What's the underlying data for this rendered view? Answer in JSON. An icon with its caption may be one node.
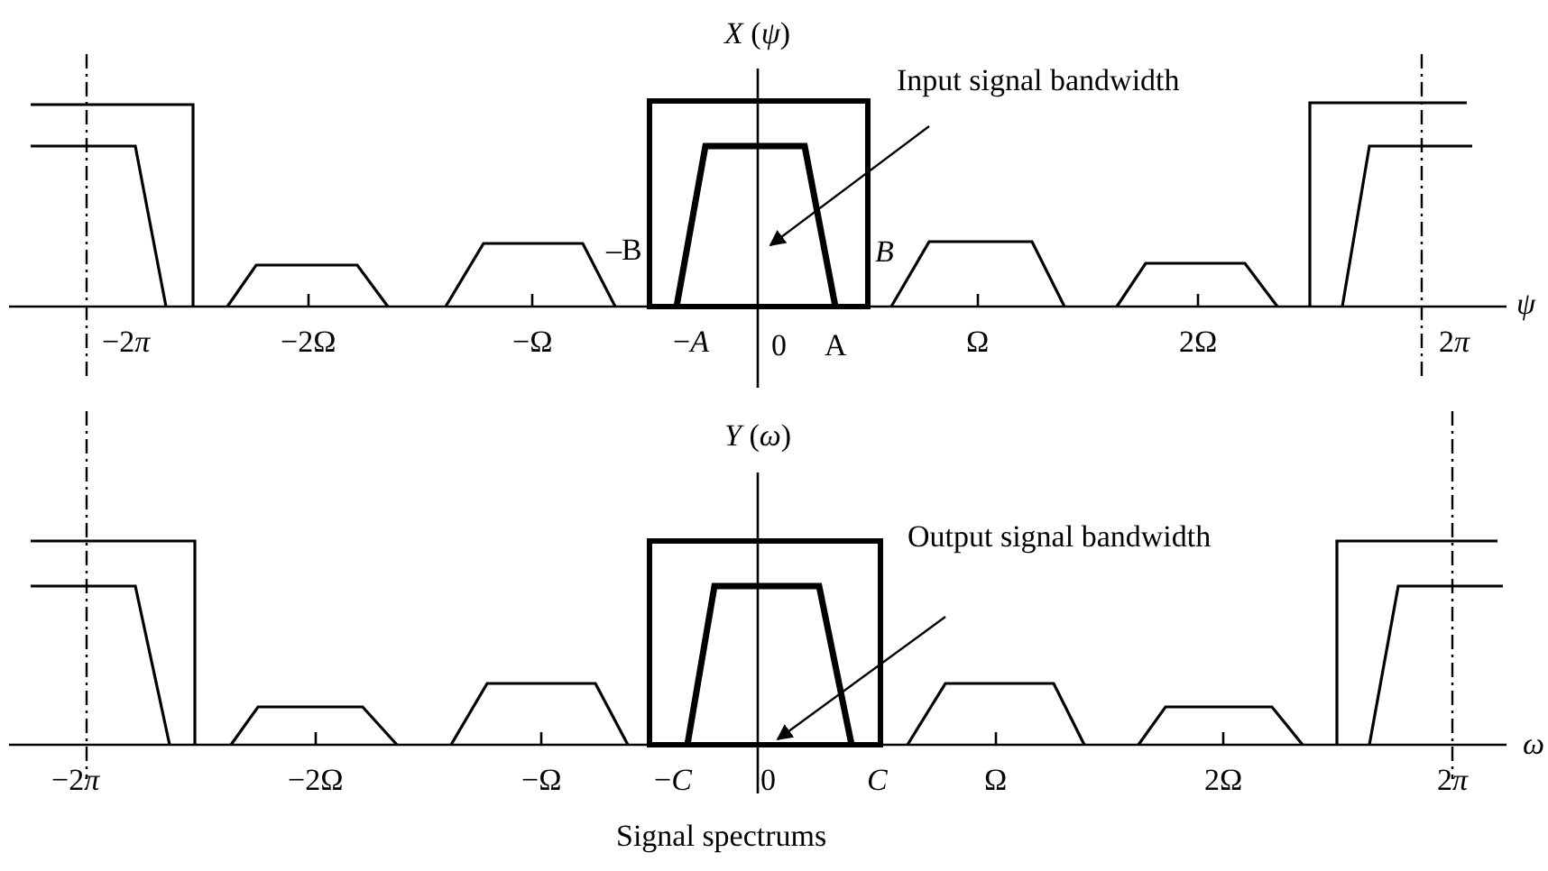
{
  "diagram": {
    "caption": "Signal spectrums",
    "nodes": [
      {
        "text": [
          "Input signal bandwidth"
        ]
      },
      {
        "text": [],
        "shape": "trapezoid"
      },
      {
        "text": [
          "Output signal bandwidth"
        ]
      },
      {
        "text": [],
        "shape": "trapezoid"
      }
    ],
    "edges": [
      {
        "from": 0,
        "to": 1,
        "arrow": "to"
      },
      {
        "from": 2,
        "to": 3,
        "arrow": "to"
      }
    ],
    "labels": [
      "*X* (*ψ*)",
      "–B",
      "B",
      "ψ",
      "−2π",
      "−2Ω",
      "−Ω",
      "−*A*",
      "0",
      "A",
      "Ω",
      "2Ω",
      "2π",
      "*Y* (*ω*)",
      "ω",
      "−2π",
      "−2Ω",
      "−Ω",
      "−*C*",
      "0",
      "*C*",
      "Ω",
      "2Ω",
      "2π"
    ]
  }
}
